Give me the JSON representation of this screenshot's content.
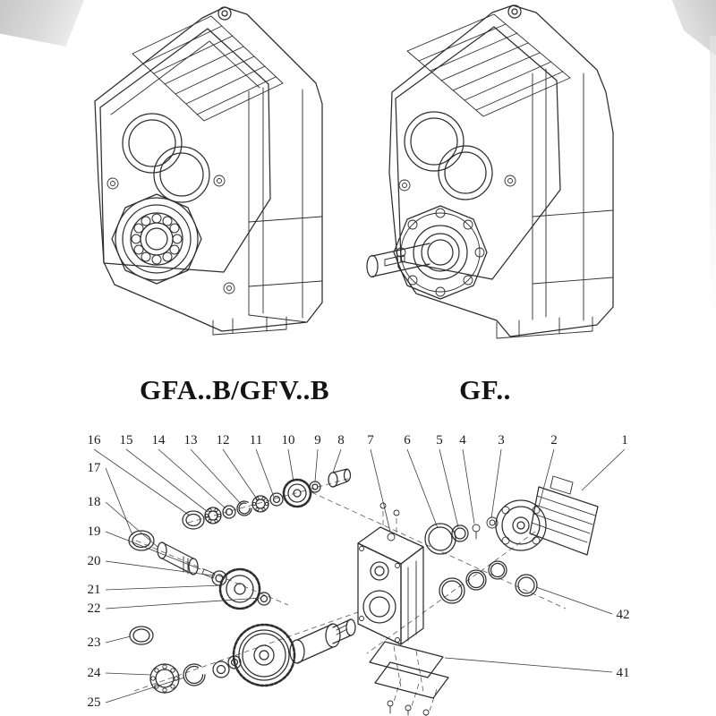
{
  "page": {
    "background": "#ffffff",
    "ink": "#2e2e2e",
    "photo_edge": "#c9c9c9"
  },
  "figures": {
    "left": {
      "caption": "GFA..B/GFV..B"
    },
    "right": {
      "caption": "GF.."
    }
  },
  "exploded": {
    "top_callouts": [
      "16",
      "15",
      "14",
      "13",
      "12",
      "11",
      "10",
      "9",
      "8",
      "7",
      "6",
      "5",
      "4",
      "3",
      "2",
      "1"
    ],
    "left_callouts": [
      "17",
      "18",
      "19",
      "20",
      "21",
      "22",
      "23",
      "24",
      "25"
    ],
    "right_callouts": [
      "42",
      "41"
    ]
  }
}
